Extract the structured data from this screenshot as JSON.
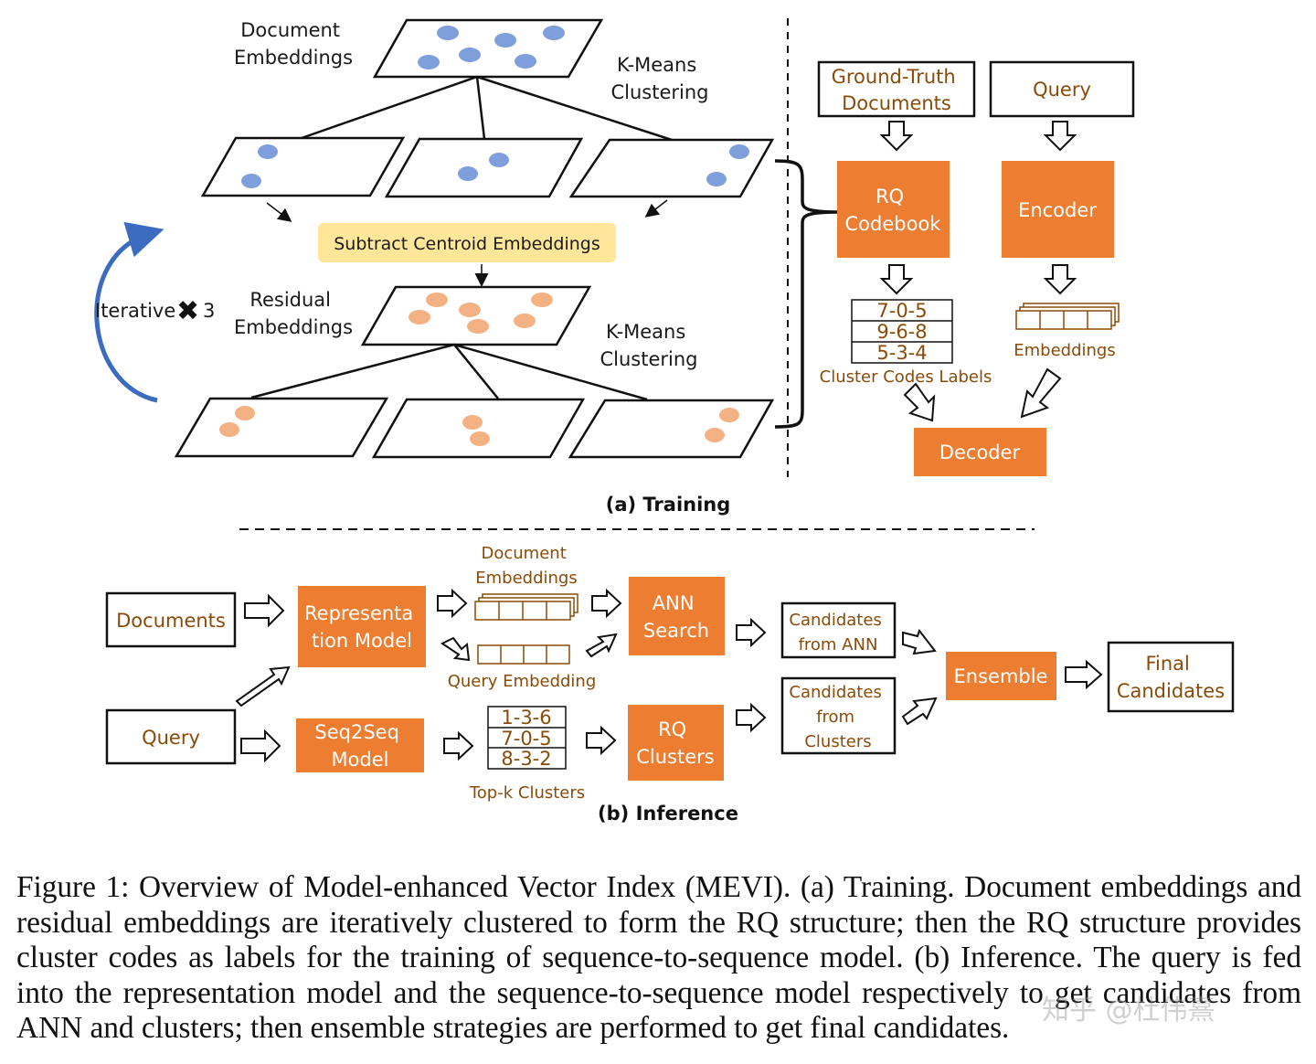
{
  "training": {
    "doc_embeddings": [
      "Document",
      "Embeddings"
    ],
    "kmeans_1": [
      "K-Means",
      "Clustering"
    ],
    "subtract": "Subtract Centroid Embeddings",
    "iterative": "Iterative",
    "times": "3",
    "residual": [
      "Residual",
      "Embeddings"
    ],
    "kmeans_2": [
      "K-Means",
      "Clustering"
    ],
    "ground_truth": [
      "Ground-Truth",
      "Documents"
    ],
    "query": "Query",
    "rq_codebook": [
      "RQ",
      "Codebook"
    ],
    "encoder": "Encoder",
    "codes": [
      "7-0-5",
      "9-6-8",
      "5-3-4"
    ],
    "cluster_codes_labels": "Cluster Codes Labels",
    "embeddings": "Embeddings",
    "decoder": "Decoder",
    "label": "(a) Training"
  },
  "inference": {
    "documents": "Documents",
    "query": "Query",
    "representation_model": [
      "Representa",
      "tion Model"
    ],
    "seq2seq_model": [
      "Seq2Seq",
      "Model"
    ],
    "document_embeddings": [
      "Document",
      "Embeddings"
    ],
    "query_embedding": "Query Embedding",
    "topk_codes": [
      "1-3-6",
      "7-0-5",
      "8-3-2"
    ],
    "topk_label": "Top-k Clusters",
    "ann_search": [
      "ANN",
      "Search"
    ],
    "rq_clusters": [
      "RQ",
      "Clusters"
    ],
    "cand_ann": [
      "Candidates",
      "from ANN"
    ],
    "cand_clusters": [
      "Candidates",
      "from",
      "Clusters"
    ],
    "ensemble": "Ensemble",
    "final": [
      "Final",
      "Candidates"
    ],
    "label": "(b) Inference"
  },
  "caption": "Figure 1: Overview of Model-enhanced Vector Index (MEVI). (a) Training. Document embeddings and residual embeddings are iteratively clustered to form the RQ structure; then the RQ structure provides cluster codes as labels for the training of sequence-to-sequence model. (b) Inference. The query is fed into the representation model and the sequence-to-sequence model respectively to get candidates from ANN and clusters; then ensemble strategies are performed to get final candidates.",
  "watermark": "知乎 @杜伟熹",
  "colors": {
    "orange": "#ed7d31",
    "blue_dot": "#7f9fdc",
    "orange_dot": "#f4b183",
    "yellow": "#ffe699",
    "arrow_blue": "#3b6cbf",
    "brown_text": "#8a4b08"
  }
}
